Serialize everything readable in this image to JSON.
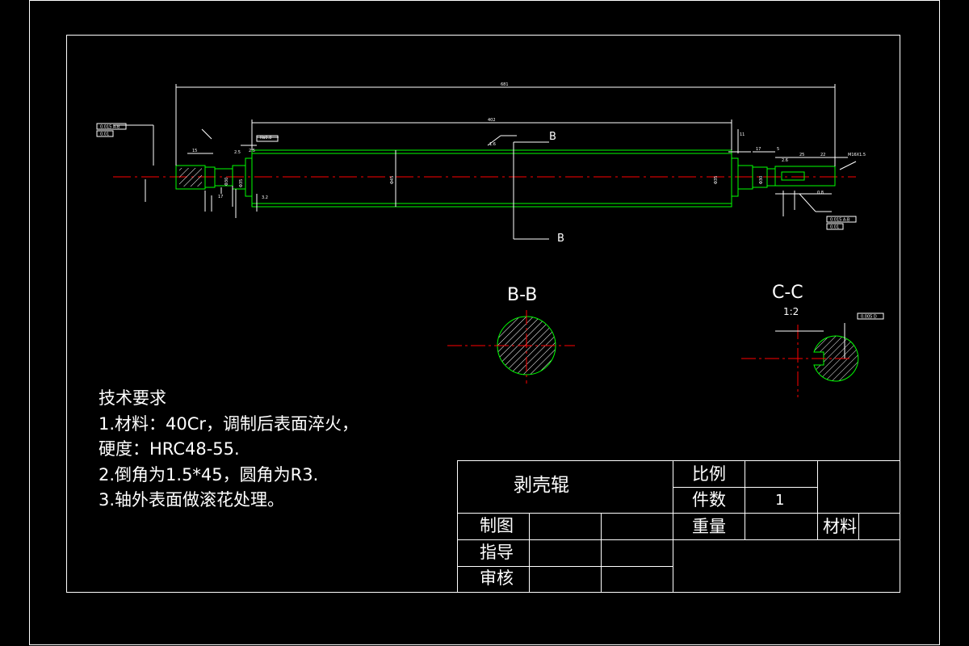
{
  "dims": {
    "total_len": "681",
    "mid_len": "402",
    "d_main": "Φ45",
    "small_labels": [
      "15",
      "Ra0.8",
      "2.5",
      "3.2",
      "Φ35",
      "Φ30",
      "17",
      "2.5",
      "11",
      "Φ35",
      "Φ30",
      "17",
      "5",
      "2.6",
      "25",
      "22",
      "M16X1.5",
      "0.8",
      "1.6"
    ]
  },
  "tolerance_frames": [
    "0.015 A-B",
    "0.01",
    "0.015 A-B",
    "0.01",
    "0.005 D"
  ],
  "section_marks": {
    "cut_label": "B",
    "bb_title": "B-B",
    "cc_title": "C-C",
    "cc_scale": "1:2"
  },
  "notes": {
    "heading": "技术要求",
    "lines": [
      "1.材料：40Cr，调制后表面淬火，",
      "硬度：HRC48-55.",
      "2.倒角为1.5*45，圆角为R3.",
      "3.轴外表面做滚花处理。"
    ]
  },
  "title_block": {
    "part_name": "剥壳辊",
    "scale_label": "比例",
    "count_label": "件数",
    "count_value": "1",
    "weight_label": "重量",
    "material_label": "材料",
    "drawn_label": "制图",
    "guide_label": "指导",
    "review_label": "审核"
  },
  "colors": {
    "background": "#000000",
    "outline": "#00ff00",
    "centerline": "#ff0000",
    "dimension": "#ffffff",
    "hatch": "#ffffff"
  }
}
